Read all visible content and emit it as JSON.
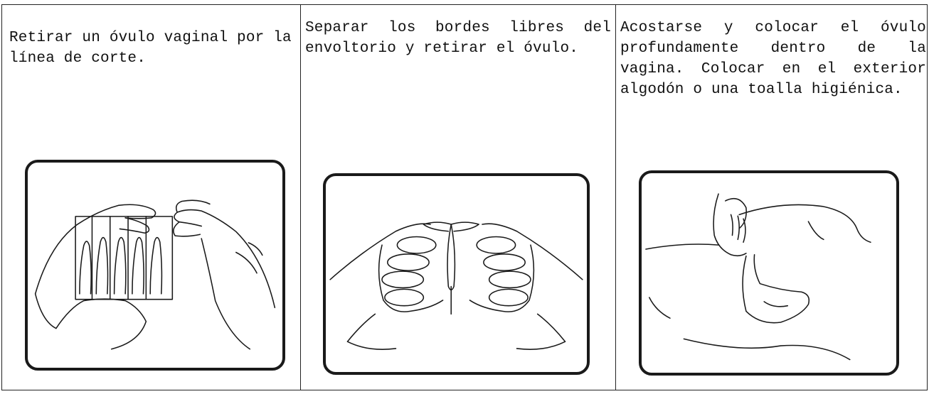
{
  "steps": [
    {
      "text": "Retirar un óvulo vaginal por la línea de corte."
    },
    {
      "text": "Separar los bordes libres del envoltorio y retirar el óvulo."
    },
    {
      "text": "Acostarse y colocar el óvulo profundamente dentro de la vagina. Colocar en el exterior algodón o una toalla higiénica."
    }
  ]
}
